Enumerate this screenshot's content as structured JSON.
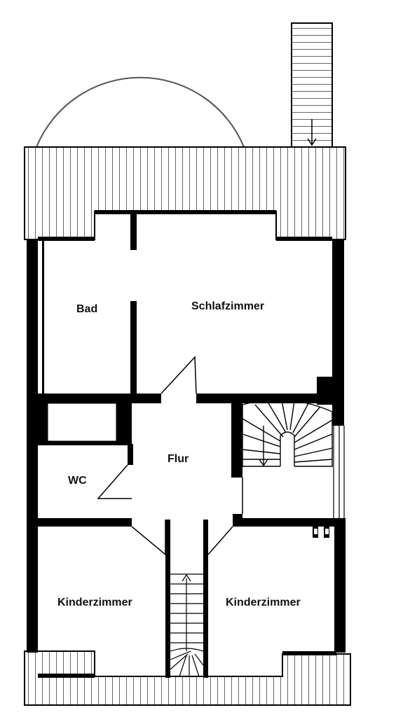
{
  "rooms": {
    "bad": "Bad",
    "schlafzimmer": "Schlafzimmer",
    "flur": "Flur",
    "wc": "WC",
    "kinderzimmer_left": "Kinderzimmer",
    "kinderzimmer_right": "Kinderzimmer"
  },
  "colors": {
    "wall": "#000000",
    "line": "#1a1a1a",
    "arc": "#555555",
    "background": "#ffffff"
  },
  "icons": {
    "stair_arrow": "arrow-down",
    "stair_arrow_bottom": "arrow-up"
  }
}
